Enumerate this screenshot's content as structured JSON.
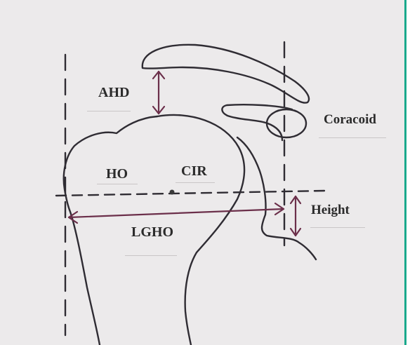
{
  "labels": {
    "ahd": "AHD",
    "ho": "HO",
    "cir": "CIR",
    "lgho": "LGHO",
    "coracoid": "Coracoid",
    "height": "Height"
  },
  "colors": {
    "ink": "#2f2c33",
    "arrow": "#6b2f4a",
    "paper": "#eceaeb",
    "frame": "#1aa98c"
  }
}
